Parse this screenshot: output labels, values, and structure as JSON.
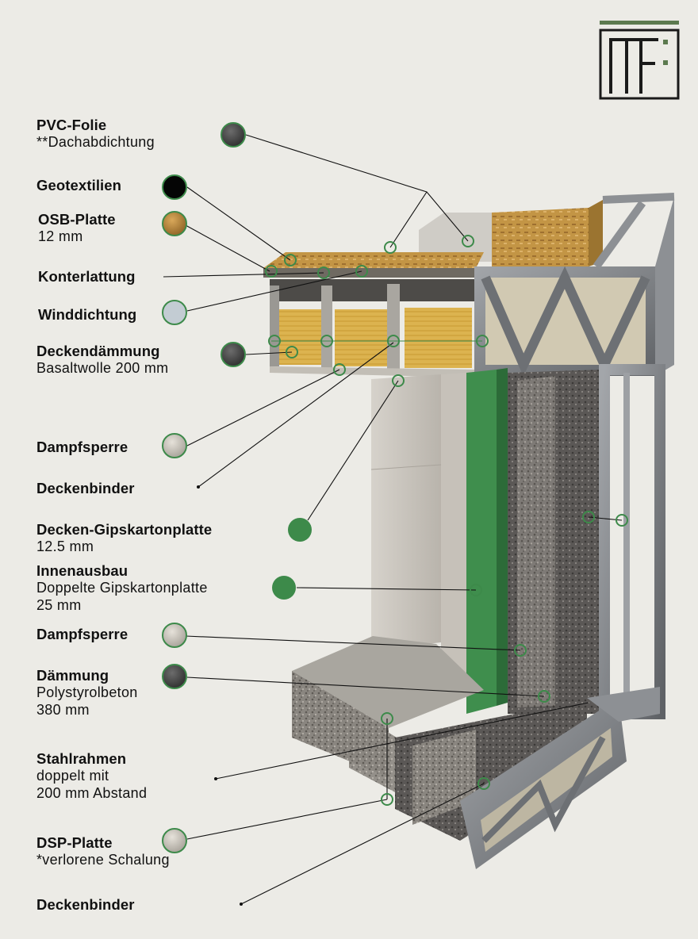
{
  "labels": [
    {
      "id": "pvc-folie",
      "title": "PVC-Folie",
      "sub": [
        "**Dachabdichtung"
      ]
    },
    {
      "id": "geotextilien",
      "title": "Geotextilien",
      "sub": []
    },
    {
      "id": "osb-platte",
      "title": "OSB-Platte",
      "sub": [
        "12 mm"
      ]
    },
    {
      "id": "konterlattung",
      "title": "Konterlattung",
      "sub": []
    },
    {
      "id": "winddichtung",
      "title": "Winddichtung",
      "sub": []
    },
    {
      "id": "deckendaemmung",
      "title": "Deckendämmung",
      "sub": [
        "Basaltwolle 200 mm"
      ]
    },
    {
      "id": "dampfsperre-top",
      "title": "Dampfsperre",
      "sub": []
    },
    {
      "id": "deckenbinder-top",
      "title": "Deckenbinder",
      "sub": []
    },
    {
      "id": "decken-gipskartonplatte",
      "title": "Decken-Gipskartonplatte",
      "sub": [
        "12.5 mm"
      ]
    },
    {
      "id": "innenausbau",
      "title": "Innenausbau",
      "sub": [
        "Doppelte Gipskartonplatte",
        "25 mm"
      ]
    },
    {
      "id": "dampfsperre-wall",
      "title": "Dampfsperre",
      "sub": []
    },
    {
      "id": "daemmung",
      "title": "Dämmung",
      "sub": [
        "Polystyrolbeton",
        "380 mm"
      ]
    },
    {
      "id": "stahlrahmen",
      "title": "Stahlrahmen",
      "sub": [
        "doppelt mit",
        "200 mm Abstand"
      ]
    },
    {
      "id": "dsp-platte",
      "title": "DSP-Platte",
      "sub": [
        "*verlorene Schalung"
      ]
    },
    {
      "id": "deckenbinder-bottom",
      "title": "Deckenbinder",
      "sub": []
    }
  ],
  "swatches": {
    "pvc-folie": "texture-dark-grey",
    "geotextilien": "black",
    "osb-platte": "texture-osb",
    "winddichtung": "light-blue-grey",
    "deckendaemmung": "texture-dark-grey",
    "dampfsperre-top": "texture-light-grey",
    "decken-gipskartonplatte": "green",
    "innenausbau": "green",
    "dampfsperre-wall": "texture-light-grey",
    "daemmung": "texture-dark-grey",
    "dsp-platte": "texture-light-grey"
  },
  "colors": {
    "accent": "#3d8a4a",
    "steel": "#7d8084",
    "insulation": "#d9b04a",
    "osb": "#b8893f",
    "drywall": "#cfcbc4",
    "background": "#ecebe6"
  }
}
